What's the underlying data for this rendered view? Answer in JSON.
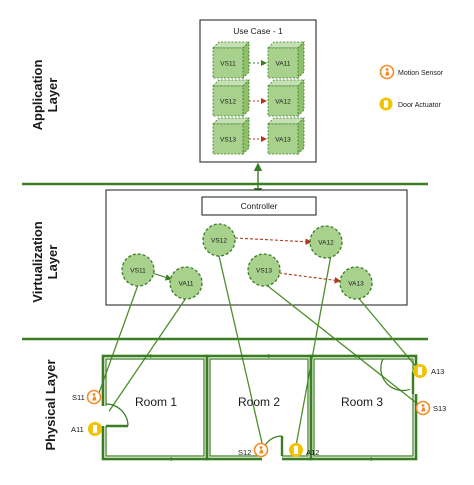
{
  "colors": {
    "green_dark": "#3a7d22",
    "green_line": "#4d8f2a",
    "green_fill": "#a9d18e",
    "sensor_orange": "#f28c28",
    "actuator_yellow": "#f2c200",
    "arrow_red": "#b23a1c"
  },
  "layers": {
    "application": "Application\nLayer",
    "application_line1": "Application",
    "application_line2": "Layer",
    "virtualization_line1": "Virtualization",
    "virtualization_line2": "Layer",
    "physical": "Physical Layer"
  },
  "use_case": {
    "title": "Use Case - 1",
    "pairs": [
      {
        "sensor": "VS11",
        "actuator": "VA11"
      },
      {
        "sensor": "VS12",
        "actuator": "VA12"
      },
      {
        "sensor": "VS13",
        "actuator": "VA13"
      }
    ]
  },
  "legend": {
    "motion_sensor": "Motion Sensor",
    "door_actuator": "Door Actuator",
    "motion_sensor_icon": "person-icon",
    "door_actuator_icon": "door-icon"
  },
  "controller": {
    "label": "Controller"
  },
  "virtual_nodes": {
    "vs11": "VS11",
    "va11": "VA11",
    "vs12": "VS12",
    "va12": "VA12",
    "vs13": "VS13",
    "va13": "VA13"
  },
  "rooms": [
    "Room 1",
    "Room 2",
    "Room 3"
  ],
  "devices": {
    "s11": "S11",
    "a11": "A11",
    "s12": "S12",
    "a12": "A12",
    "a13": "A13",
    "s13": "S13"
  }
}
